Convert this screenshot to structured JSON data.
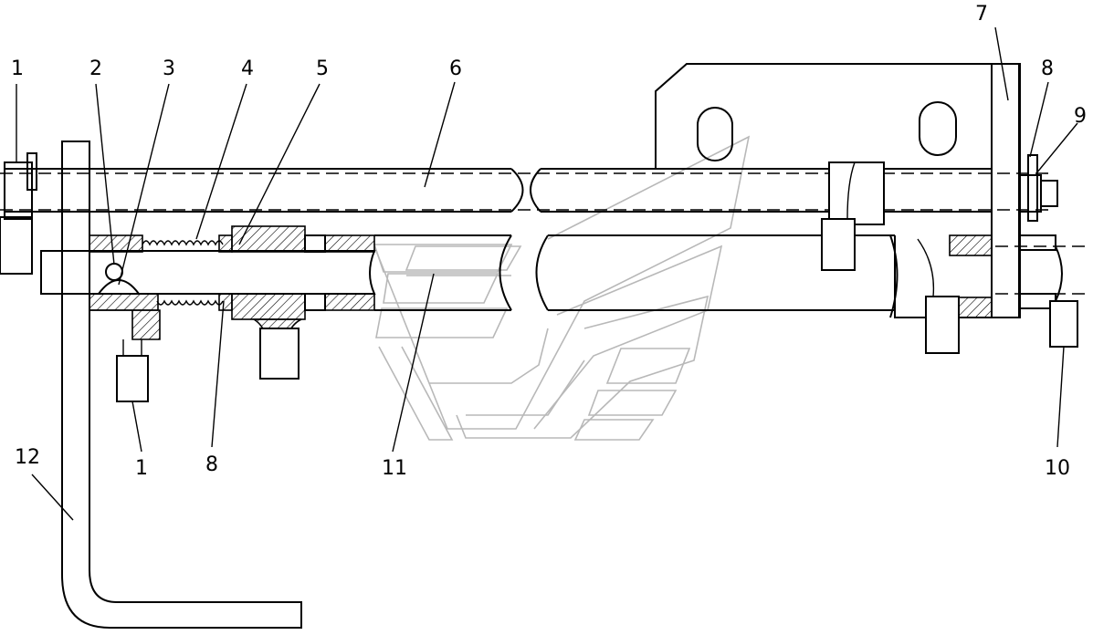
{
  "callouts": [
    "1",
    "2",
    "3",
    "4",
    "5",
    "6",
    "7",
    "8",
    "9",
    "1",
    "8",
    "11",
    "10",
    "12"
  ]
}
